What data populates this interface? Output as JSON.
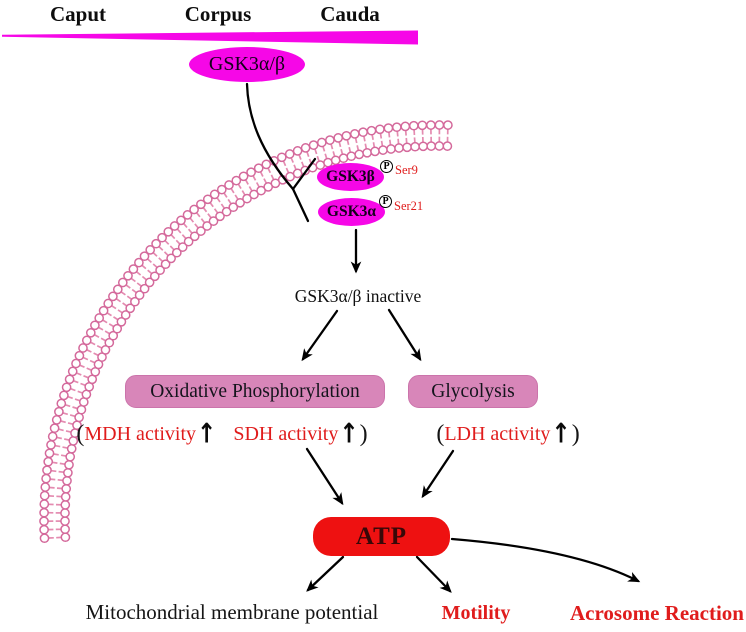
{
  "regions": {
    "caput": "Caput",
    "corpus": "Corpus",
    "cauda": "Cauda"
  },
  "kinase_label": "GSK3α/β",
  "phospho": {
    "beta_label": "GSK3β",
    "beta_p": "P",
    "beta_site": "Ser9",
    "alpha_label": "GSK3α",
    "alpha_p": "P",
    "alpha_site": "Ser21"
  },
  "inactive_label": "GSK3α/β inactive",
  "pathways": {
    "oxphos_label": "Oxidative Phosphorylation",
    "glycolysis_label": "Glycolysis"
  },
  "enzyme_rows": {
    "open_paren": "(",
    "close_paren": ")",
    "up_arrow": "↑",
    "mdh": "MDH activity",
    "sdh": "SDH activity",
    "ldh": "LDH activity"
  },
  "atp_label": "ATP",
  "outcomes": {
    "mitochondrial": "Mitochondrial membrane potential",
    "motility": "Motility",
    "acrosome": "Acrosome Reaction"
  },
  "colors": {
    "magenta": "#F607E7",
    "membrane_pink": "#D4699B",
    "membrane_tail_pink": "#E48BB0",
    "pathway_box_pink": "#D886B9",
    "red_text": "#E01C1C",
    "atp_red": "#EE1111"
  }
}
